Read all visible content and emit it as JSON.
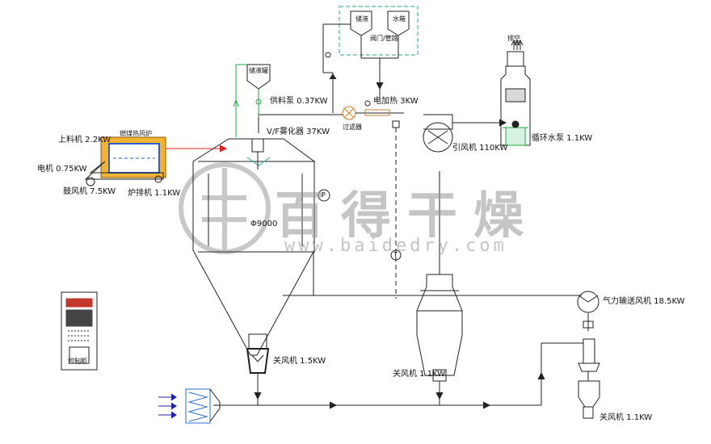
{
  "watermark": {
    "brand_cn": "百得干燥",
    "url": "www.baidedry.com"
  },
  "labels": {
    "top_tank_left": "储液",
    "top_tank_right": "水箱",
    "tank_valve_note": "阀门/管路",
    "small_tank": "储液罐",
    "pump_037": "供料泵 0.37KW",
    "heater_3kw": "电加热 3KW",
    "filter": "过滤器",
    "atomizer": "V/F雾化器 37KW",
    "scrubber_top": "排空",
    "scrubber_pump": "循环水泵 1.1KW",
    "main_fan": "引风机 110KW",
    "conveyor_fan": "气力输送风机 18.5KW",
    "feeder_top": "上料机 2.2KW",
    "motor_075": "电机 0.75KW",
    "motor_75": "鼓风机 7.5KW",
    "motor_11": "炉排机 1.1KW",
    "furnace": "燃煤热风炉",
    "tower_dia": "Φ9000",
    "valve_tower": "关风机 1.5KW",
    "valve_cyclone": "关风机 1.1KW",
    "valve_small_cyclone": "关风机 1.1KW",
    "control_cabinet": "控制柜",
    "pressure_mark": "P",
    "temp_mark": "T"
  },
  "colors": {
    "line": "#222222",
    "hot_air": "#e02020",
    "cooling": "#22aa44",
    "dashed_box": "#2aa198",
    "furnace_fill": "#f2b233",
    "furnace_inner": "#2a5fd0",
    "panel": "#c0392b"
  }
}
